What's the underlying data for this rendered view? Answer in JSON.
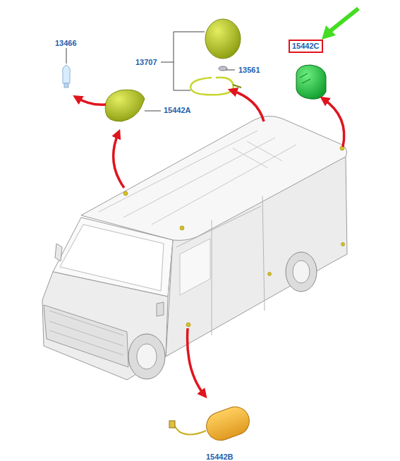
{
  "diagram": {
    "nodes": [
      {
        "text": [
          "15442C"
        ]
      }
    ],
    "labels": [
      "13466",
      "15442A",
      "13707",
      "13561",
      "15442B"
    ]
  }
}
